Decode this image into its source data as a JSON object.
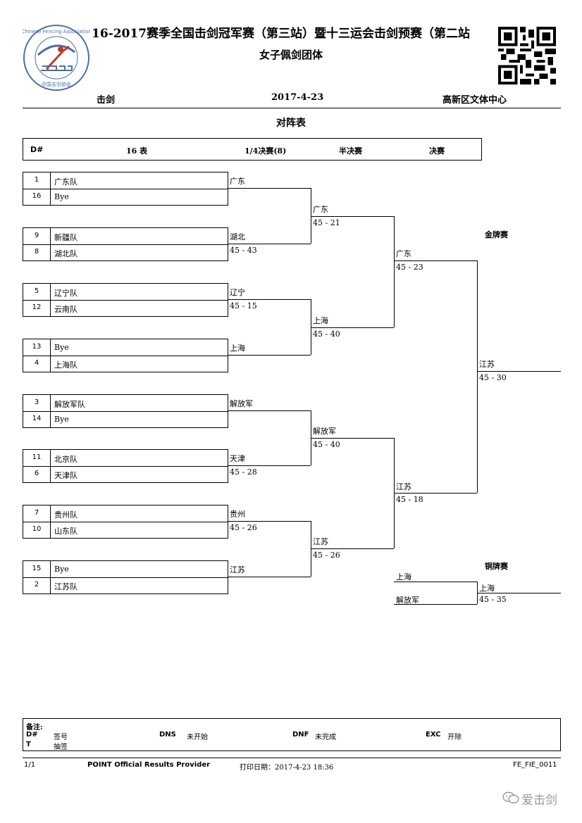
{
  "header": {
    "title": "16-2017赛季全国击剑冠军赛（第三站）暨十三运会击剑预赛（第二站",
    "subtitle": "女子佩剑团体",
    "sport": "击剑",
    "date": "2017-4-23",
    "venue": "高新区文体中心",
    "section_title": "对阵表",
    "logo_text": "Chinese Fencing Association",
    "logo_cn": "中国击剑协会"
  },
  "round_header": {
    "seed": "D#",
    "r16": "16 表",
    "qf": "1/4决赛(8)",
    "sf": "半决赛",
    "final": "决赛"
  },
  "first_round": [
    {
      "seed1": "1",
      "team1": "广东队",
      "seed2": "16",
      "team2": "Bye"
    },
    {
      "seed1": "9",
      "team1": "新疆队",
      "seed2": "8",
      "team2": "湖北队"
    },
    {
      "seed1": "5",
      "team1": "辽宁队",
      "seed2": "12",
      "team2": "云南队"
    },
    {
      "seed1": "13",
      "team1": "Bye",
      "seed2": "4",
      "team2": "上海队"
    },
    {
      "seed1": "3",
      "team1": "解放军队",
      "seed2": "14",
      "team2": "Bye"
    },
    {
      "seed1": "11",
      "team1": "北京队",
      "seed2": "6",
      "team2": "天津队"
    },
    {
      "seed1": "7",
      "team1": "贵州队",
      "seed2": "10",
      "team2": "山东队"
    },
    {
      "seed1": "15",
      "team1": "Bye",
      "seed2": "2",
      "team2": "江苏队"
    }
  ],
  "quarterfinal": [
    {
      "winner": "广东",
      "score": ""
    },
    {
      "winner": "湖北",
      "score": "45 - 43"
    },
    {
      "winner": "辽宁",
      "score": "45 - 15"
    },
    {
      "winner": "上海",
      "score": ""
    },
    {
      "winner": "解放军",
      "score": ""
    },
    {
      "winner": "天津",
      "score": "45 - 28"
    },
    {
      "winner": "贵州",
      "score": "45 - 26"
    },
    {
      "winner": "江苏",
      "score": ""
    }
  ],
  "semifinal": [
    {
      "winner": "广东",
      "score": "45 - 21"
    },
    {
      "winner": "上海",
      "score": "45 - 40"
    },
    {
      "winner": "解放军",
      "score": "45 - 40"
    },
    {
      "winner": "江苏",
      "score": "45 - 26"
    }
  ],
  "final4": [
    {
      "winner": "广东",
      "score": "45 - 23"
    },
    {
      "winner": "江苏",
      "score": "45 - 18"
    }
  ],
  "gold": {
    "label": "金牌赛",
    "winner": "江苏",
    "score": "45 - 30"
  },
  "bronze": {
    "label": "铜牌赛",
    "team1": "上海",
    "team2": "解放军",
    "winner": "上海",
    "score": "45 - 35"
  },
  "legend": {
    "title": "备注:",
    "d_key": "D#",
    "d_val": "签号",
    "t_key": "T",
    "t_val": "抽签",
    "dns_key": "DNS",
    "dns_val": "未开始",
    "dnf_key": "DNF",
    "dnf_val": "未完成",
    "exc_key": "EXC",
    "exc_val": "开除"
  },
  "footer": {
    "page": "1/1",
    "provider": "POINT Official Results Provider",
    "print_date": "打印日期：2017-4-23 18:36",
    "code": "FE_FIE_0011",
    "watermark": "爱击剑"
  }
}
